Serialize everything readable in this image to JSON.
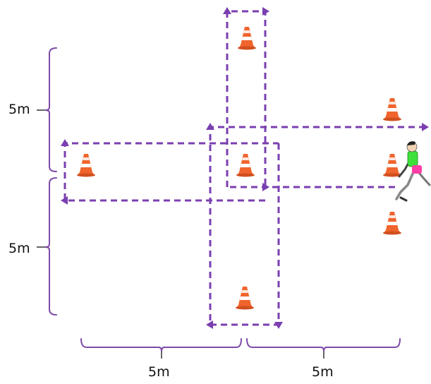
{
  "labels": {
    "left_upper": "5m",
    "left_lower": "5m",
    "bottom_left": "5m",
    "bottom_right": "5m"
  },
  "colors": {
    "path": "#7a3fb0",
    "bracket": "#7d4aa8",
    "cone": "#f0642d",
    "cone_stripe": "#ffffff",
    "runner_shirt": "#3ee03a",
    "runner_shorts": "#ff3da6"
  },
  "icons": {
    "cone": "traffic-cone-icon",
    "runner": "runner-icon"
  }
}
